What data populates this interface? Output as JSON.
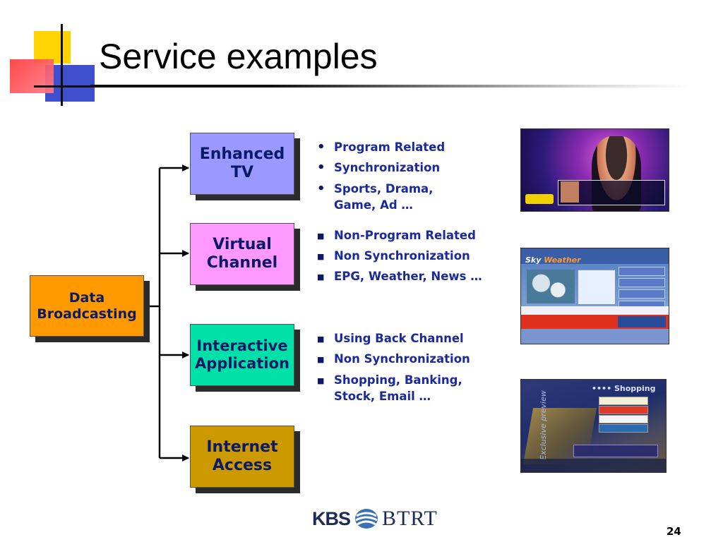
{
  "slide": {
    "title": "Service examples",
    "page_number": "24"
  },
  "diagram": {
    "root": {
      "line1": "Data",
      "line2": "Broadcasting"
    },
    "categories": [
      {
        "line1": "Enhanced",
        "line2": "TV",
        "color": "#9999ff",
        "bullet_style": "dot",
        "bullets": [
          "Program Related",
          "Synchronization",
          "Sports, Drama,\nGame, Ad …"
        ]
      },
      {
        "line1": "Virtual",
        "line2": "Channel",
        "color": "#ff99ff",
        "bullet_style": "square",
        "bullets": [
          "Non-Program Related",
          "Non Synchronization",
          "EPG, Weather, News …"
        ]
      },
      {
        "line1": "Interactive",
        "line2": "Application",
        "color": "#00e0a8",
        "bullet_style": "square",
        "bullets": [
          "Using Back Channel",
          "Non Synchronization",
          "Shopping, Banking,\nStock, Email …"
        ]
      },
      {
        "line1": "Internet",
        "line2": "Access",
        "color": "#cc9900",
        "bullet_style": "none",
        "bullets": []
      }
    ],
    "root_color": "#ff9900"
  },
  "markers": {
    "dot": "•",
    "square": "■"
  },
  "footer": {
    "logo_kbs": "KBS",
    "logo_btrt": "BTRT"
  }
}
